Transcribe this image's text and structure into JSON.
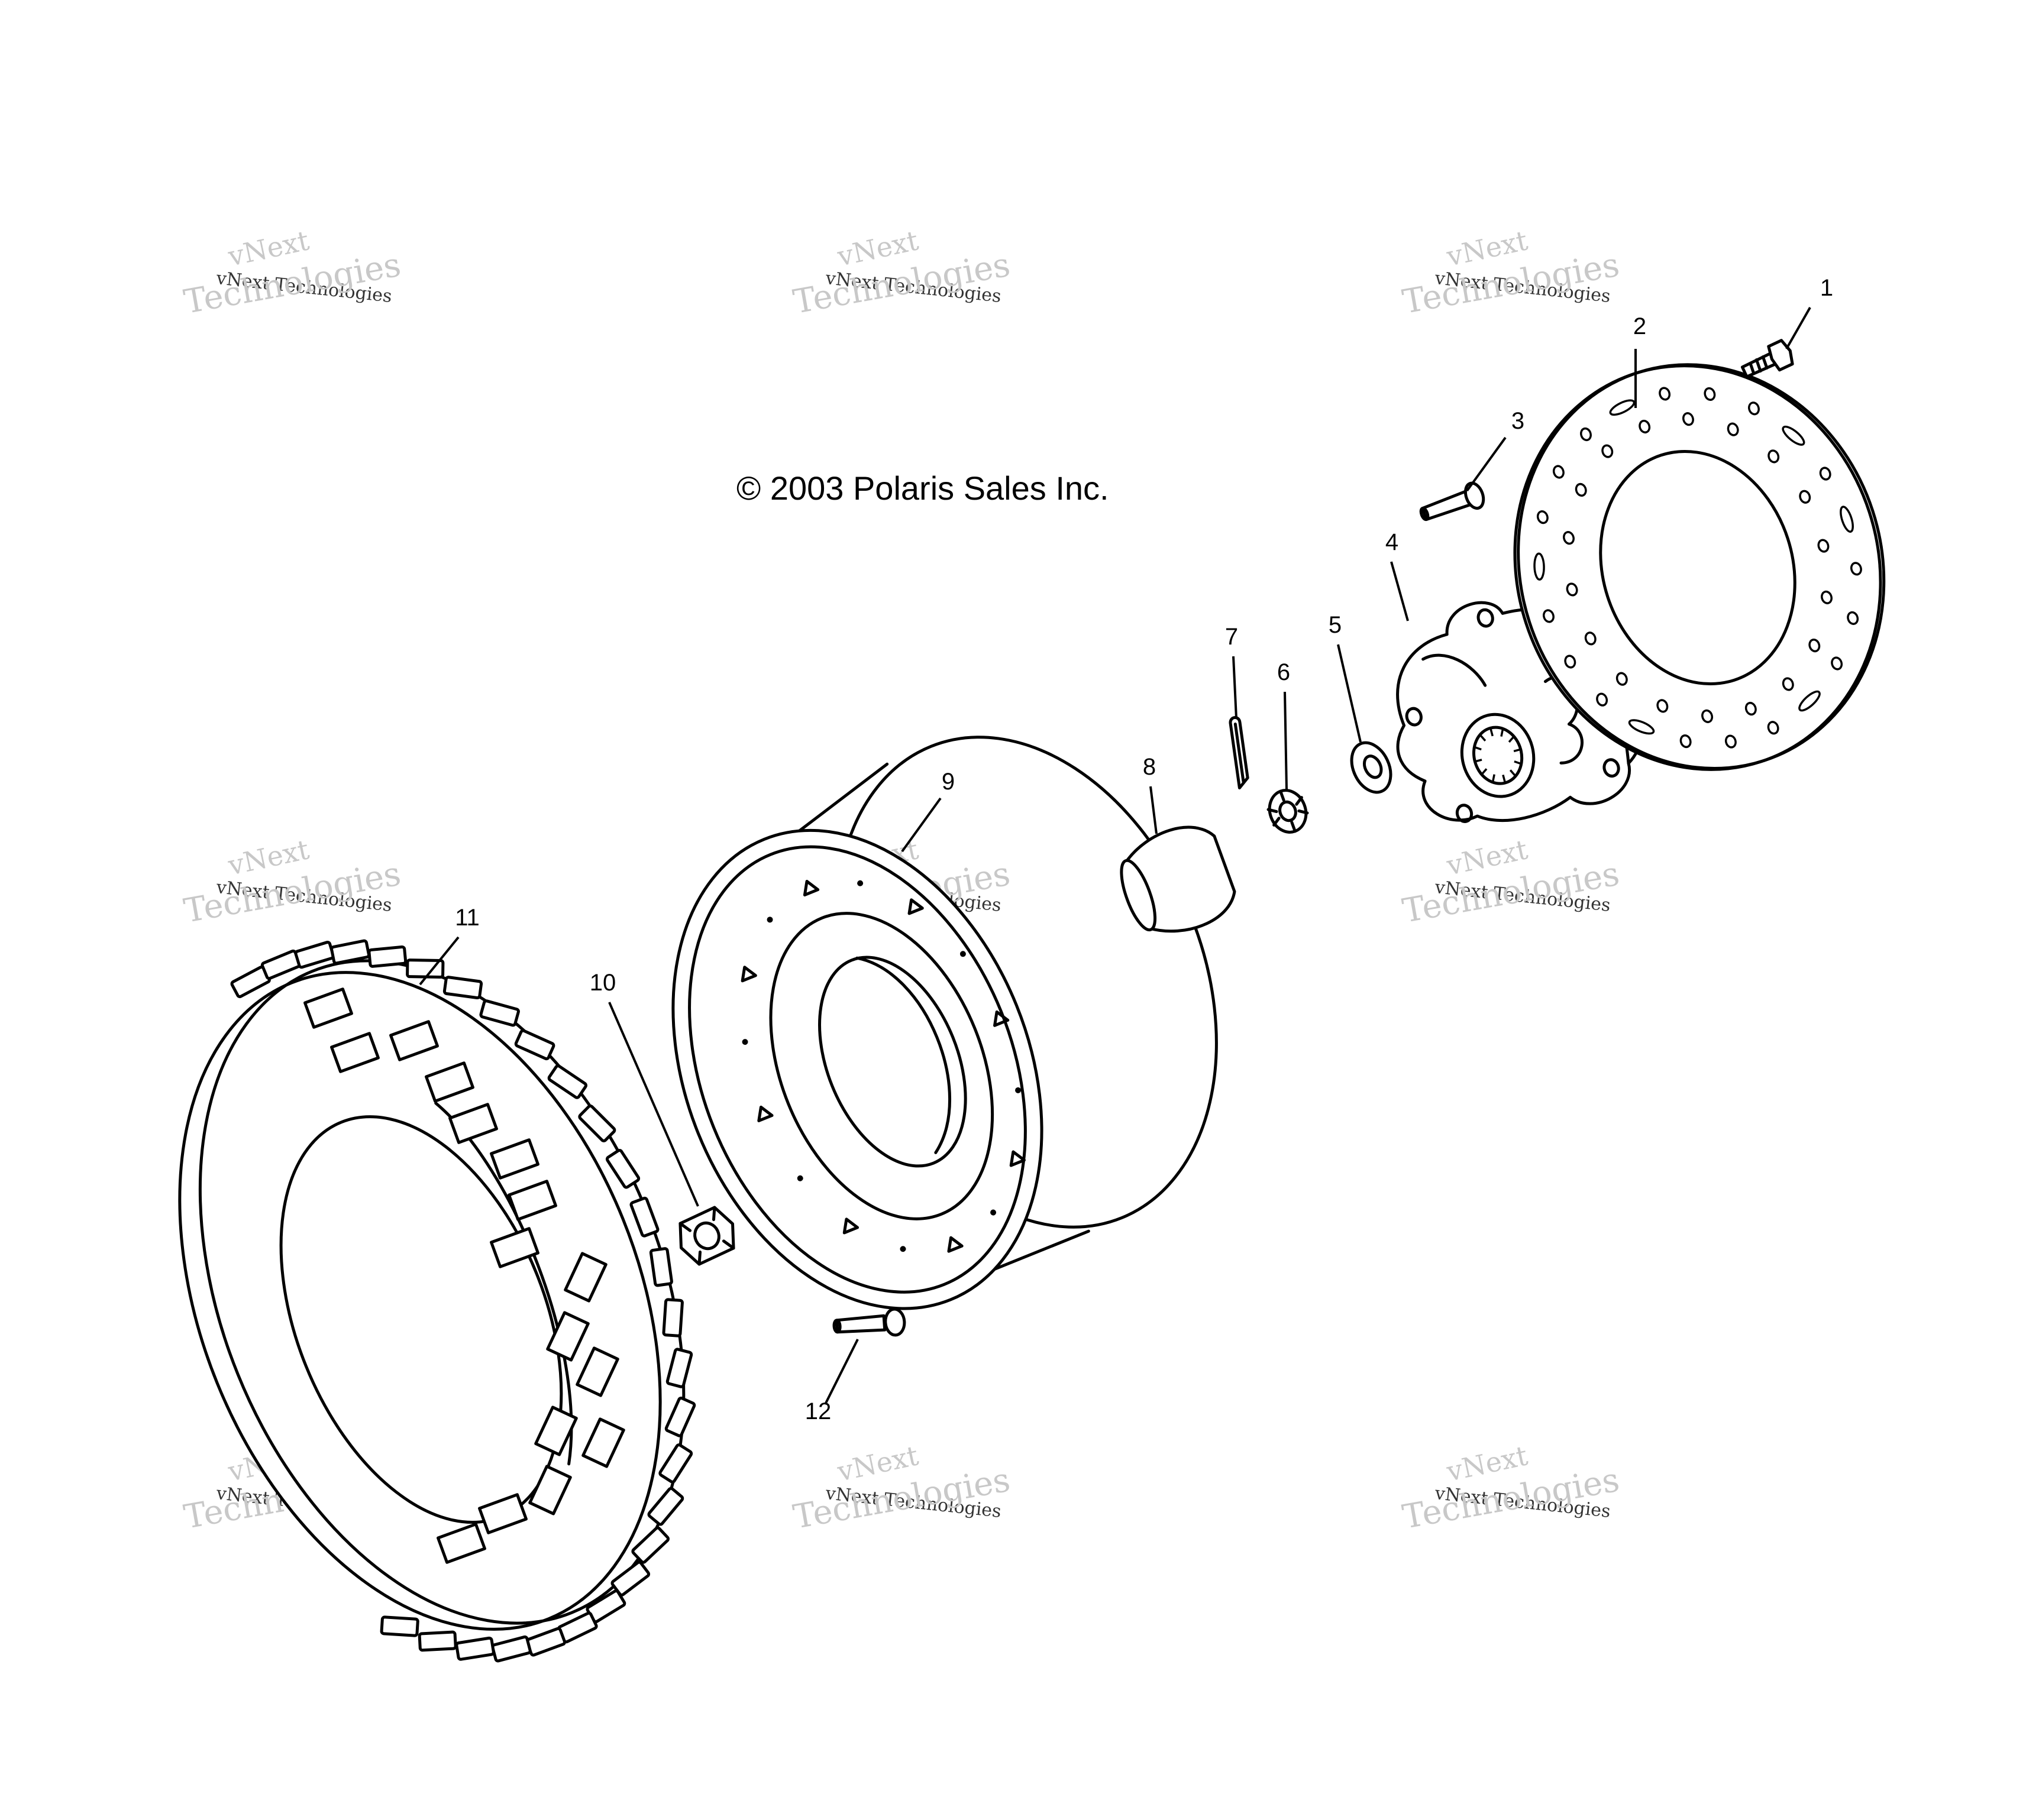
{
  "copyright": "© 2003 Polaris Sales Inc.",
  "watermark": {
    "line1": "vNext",
    "line2": "vNext Technologies",
    "line3": "Technologies",
    "color": "#c8c8c8"
  },
  "callouts": [
    {
      "id": "1",
      "part": "bolt"
    },
    {
      "id": "2",
      "part": "brake-disc"
    },
    {
      "id": "3",
      "part": "wheel-stud"
    },
    {
      "id": "4",
      "part": "wheel-hub"
    },
    {
      "id": "5",
      "part": "washer"
    },
    {
      "id": "6",
      "part": "castle-nut"
    },
    {
      "id": "7",
      "part": "cotter-pin"
    },
    {
      "id": "8",
      "part": "hub-cap"
    },
    {
      "id": "9",
      "part": "wheel-rim"
    },
    {
      "id": "10",
      "part": "lug-nut"
    },
    {
      "id": "11",
      "part": "tire"
    },
    {
      "id": "12",
      "part": "valve-stem"
    }
  ]
}
